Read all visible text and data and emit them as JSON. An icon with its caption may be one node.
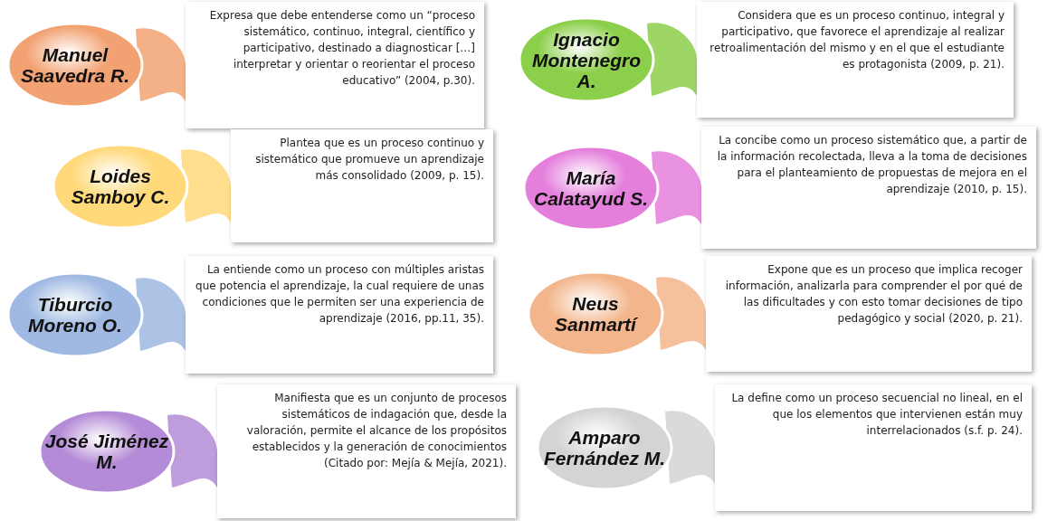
{
  "diagram": {
    "nodes": [
      {
        "text": [
          "Manuel Saavedra R."
        ]
      },
      {
        "text": [
          "Expresa que debe entenderse como un “proceso sistemático, continuo, integral, científico y participativo, destinado a diagnosticar […] interpretar y orientar o reorientar el proceso educativo” (2004, p.30)."
        ]
      },
      {
        "text": [
          "Ignacio Montenegro A."
        ]
      },
      {
        "text": [
          "Considera que es un proceso continuo, integral y participativo, que favorece el aprendizaje al realizar retroalimentación del mismo y en el que el estudiante es protagonista (2009, p. 21)."
        ]
      },
      {
        "text": [
          "Loides Samboy C."
        ]
      },
      {
        "text": [
          "Plantea que es un proceso continuo y sistemático que promueve un aprendizaje más consolidado (2009, p. 15)."
        ]
      },
      {
        "text": [
          "María Calatayud S."
        ]
      },
      {
        "text": [
          "La concibe como un proceso sistemático que, a partir de la información recolectada, lleva a la toma de decisiones para el planteamiento de propuestas de mejora en el aprendizaje (2010, p. 15)."
        ]
      },
      {
        "text": [
          "Tiburcio Moreno O."
        ]
      },
      {
        "text": [
          "La entiende como un proceso con múltiples aristas que potencia el aprendizaje, la cual requiere de unas condiciones que le permiten ser una experiencia de aprendizaje (2016, pp.11, 35)."
        ]
      },
      {
        "text": [
          "Neus Sanmartí"
        ]
      },
      {
        "text": [
          "Expone que es un proceso que implica recoger información, analizarla para comprender el por qué de las dificultades y con esto tomar decisiones de tipo pedagógico y social (2020, p. 21)."
        ]
      },
      {
        "text": [
          "José Jiménez M."
        ]
      },
      {
        "text": [
          "Manifiesta que es un conjunto de procesos sistemáticos de indagación que, desde la valoración, permite el alcance de los propósitos establecidos y la generación de conocimientos (Citado por: Mejía & Mejía, 2021)."
        ]
      },
      {
        "text": [
          "Amparo Fernández M."
        ]
      },
      {
        "text": [
          "La define como un proceso secuencial no lineal, en el que los elementos que intervienen están muy interrelacionados (s.f. p. 24)."
        ]
      }
    ],
    "edges": []
  }
}
